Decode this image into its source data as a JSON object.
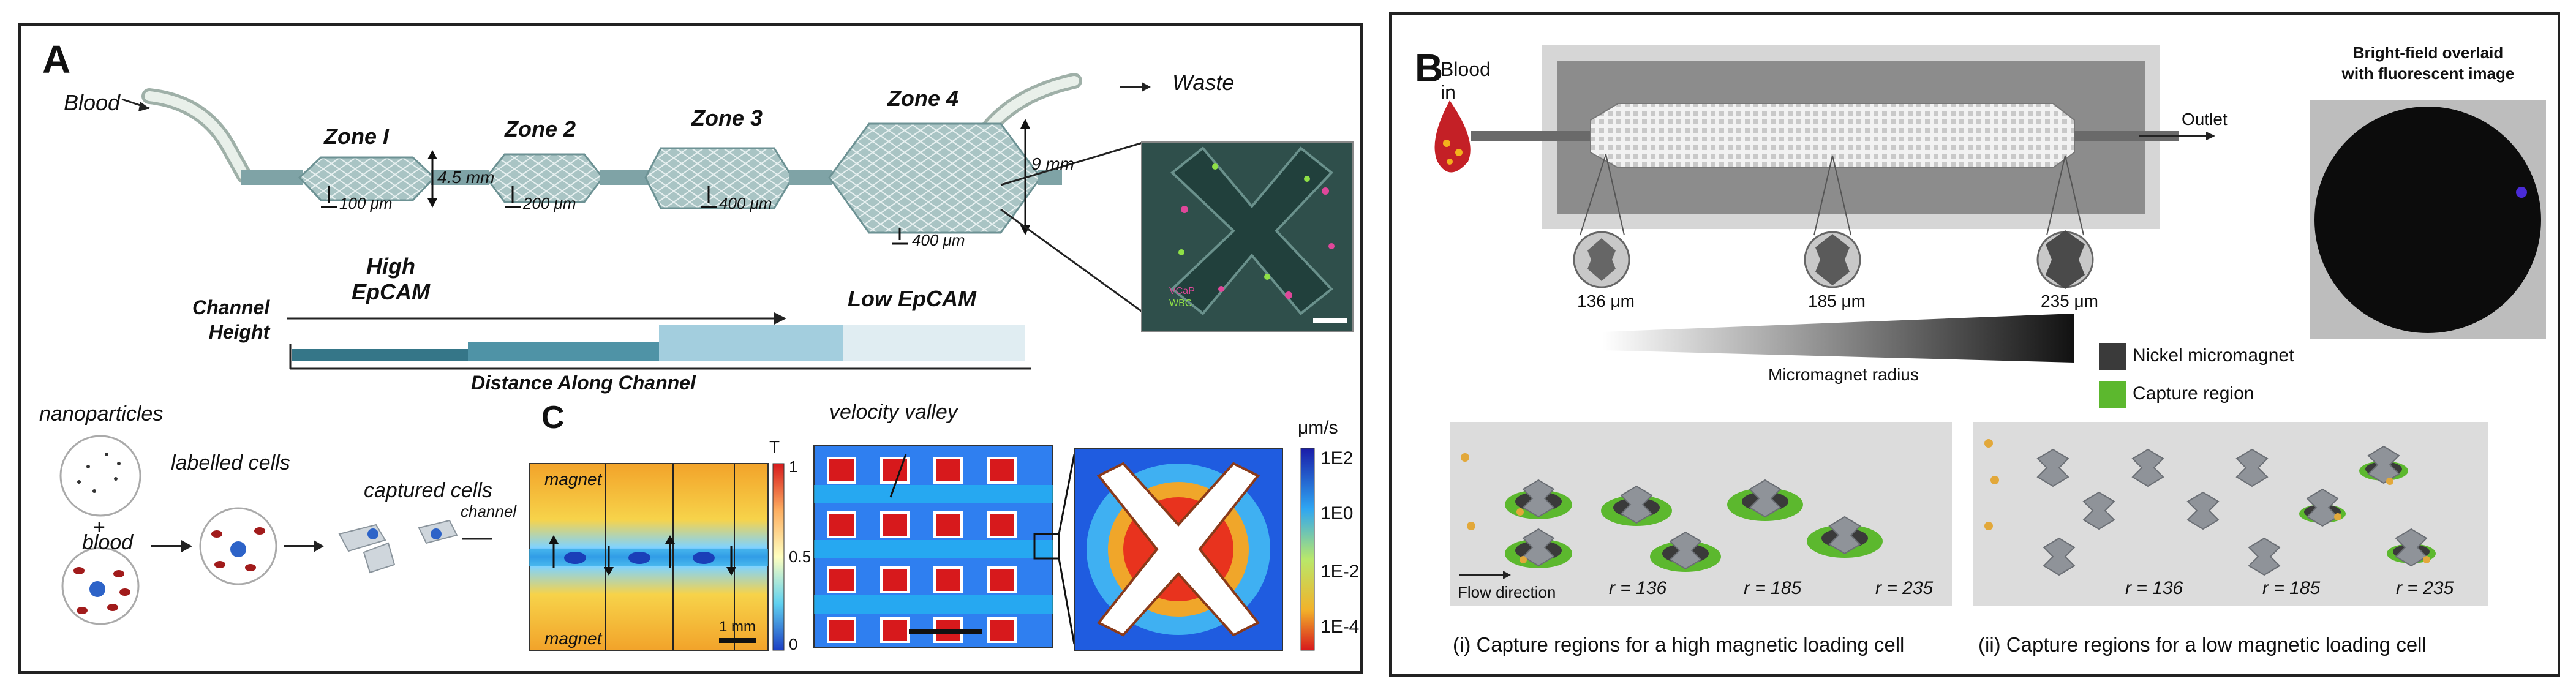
{
  "panelA": {
    "letter": "A",
    "blood": "Blood",
    "waste": "Waste",
    "zones": [
      "Zone I",
      "Zone 2",
      "Zone 3",
      "Zone 4"
    ],
    "heights": [
      "4.5 mm",
      "9 mm"
    ],
    "gaps": [
      "100 μm",
      "200 μm",
      "400 μm",
      "400 μm"
    ],
    "high_epcam": [
      "High",
      "EpCAM"
    ],
    "low_epcam": "Low EpCAM",
    "channel_height": [
      "Channel",
      "Height"
    ],
    "distance": "Distance Along Channel",
    "micro_legend": [
      "VCaP",
      "WBC"
    ],
    "nanoparticles": "nanoparticles",
    "labelled_cells": "labelled cells",
    "captured_cells": "captured cells",
    "plus": "+",
    "blood_small": "blood",
    "channel": "channel",
    "letter_c": "C",
    "magnet_top": "magnet",
    "magnet_bottom": "magnet",
    "scale_1mm": "1 mm",
    "colorbar_T": {
      "unit": "T",
      "ticks": [
        "1",
        "0.5",
        "0"
      ]
    },
    "velocity_valley": "velocity valley",
    "colorbar_v": {
      "unit": "μm/s",
      "ticks": [
        "1E2",
        "1E0",
        "1E-2",
        "1E-4"
      ]
    }
  },
  "panelB": {
    "letter": "B",
    "blood_in": [
      "Blood",
      "in"
    ],
    "outlet": "Outlet",
    "brightfield": [
      "Bright-field overlaid",
      "with fluorescent image"
    ],
    "radii": [
      "136 μm",
      "185 μm",
      "235 μm"
    ],
    "micromagnet_radius": "Micromagnet radius",
    "legend": [
      {
        "label": "Nickel micromagnet",
        "color": "#3a3a3a"
      },
      {
        "label": "Capture region",
        "color": "#5cb82e"
      }
    ],
    "r_labels": [
      "r = 136",
      "r = 185",
      "r = 235"
    ],
    "flow_direction": "Flow direction",
    "caption_i": "(i) Capture regions for a high magnetic loading cell",
    "caption_ii": "(ii) Capture regions for a low magnetic loading cell"
  }
}
